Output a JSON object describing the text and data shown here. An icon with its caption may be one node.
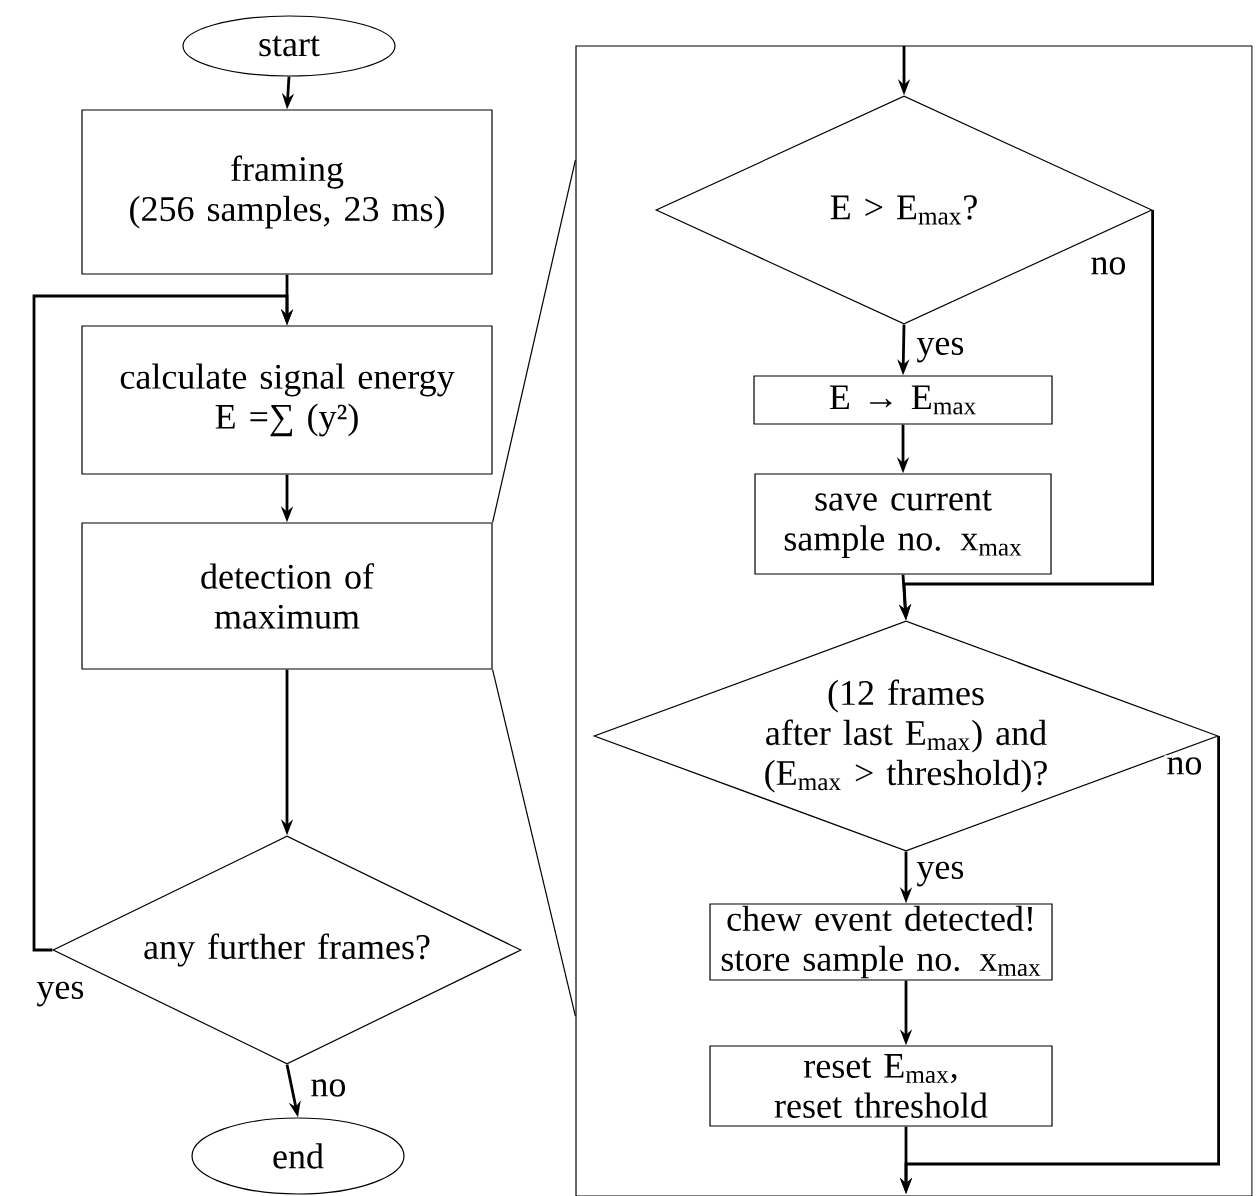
{
  "diagram": {
    "nodes": [
      {
        "text": [
          "start"
        ]
      },
      {
        "text": [
          "framing",
          "(256 samples, 23 ms)"
        ]
      },
      {
        "text": [
          "calculate signal energy",
          "E =∑ (y²)"
        ]
      },
      {
        "text": [
          "detection of maximum"
        ]
      },
      {
        "text": [
          "any further frames?"
        ]
      },
      {
        "text": [
          "end"
        ]
      },
      {
        "text": [],
        "shape": "box"
      },
      {
        "text": [
          "E > E$_{max}$?"
        ],
        "in": 6
      },
      {
        "text": [
          "E → E$_{max}$"
        ],
        "in": 6
      },
      {
        "text": [
          "save current sample no. x$_{max}$"
        ],
        "in": 6
      },
      {
        "text": [
          "(12 frames after last E$_{max}$) and (E$_{max}$ > threshold)?"
        ],
        "in": 6
      },
      {
        "text": [
          "chew event detected! store sample no. x$_{max}$"
        ],
        "in": 6
      },
      {
        "text": [
          "reset E$_{max}$, reset threshold"
        ],
        "in": 6
      }
    ],
    "edges": [
      {
        "from": 0,
        "to": 1,
        "arrow": "to"
      },
      {
        "from": 1,
        "to": 2,
        "arrow": "to"
      },
      {
        "from": 2,
        "to": 3,
        "arrow": "to"
      },
      {
        "from": 3,
        "to": 4,
        "arrow": "to"
      },
      {
        "from": 4,
        "to": 5,
        "arrow": "to",
        "label": "no"
      },
      {
        "from": 4,
        "to": 2,
        "arrow": "to",
        "label": "yes"
      },
      {
        "from": 3,
        "to": 6,
        "arrow": "none"
      },
      {
        "from": 3,
        "to": 6,
        "arrow": "none"
      },
      {
        "from": null,
        "to": 7,
        "arrow": "to"
      },
      {
        "from": 7,
        "to": 8,
        "arrow": "to",
        "label": "yes"
      },
      {
        "from": 8,
        "to": 9,
        "arrow": "to"
      },
      {
        "from": 9,
        "to": 10,
        "arrow": "to"
      },
      {
        "from": 7,
        "to": 10,
        "arrow": "to",
        "label": "no"
      },
      {
        "from": 10,
        "to": 11,
        "arrow": "to",
        "label": "yes"
      },
      {
        "from": 11,
        "to": 12,
        "arrow": "to"
      },
      {
        "from": 10,
        "to": null,
        "arrow": "to",
        "label": "no"
      },
      {
        "from": 12,
        "to": null,
        "arrow": "to"
      }
    ]
  }
}
